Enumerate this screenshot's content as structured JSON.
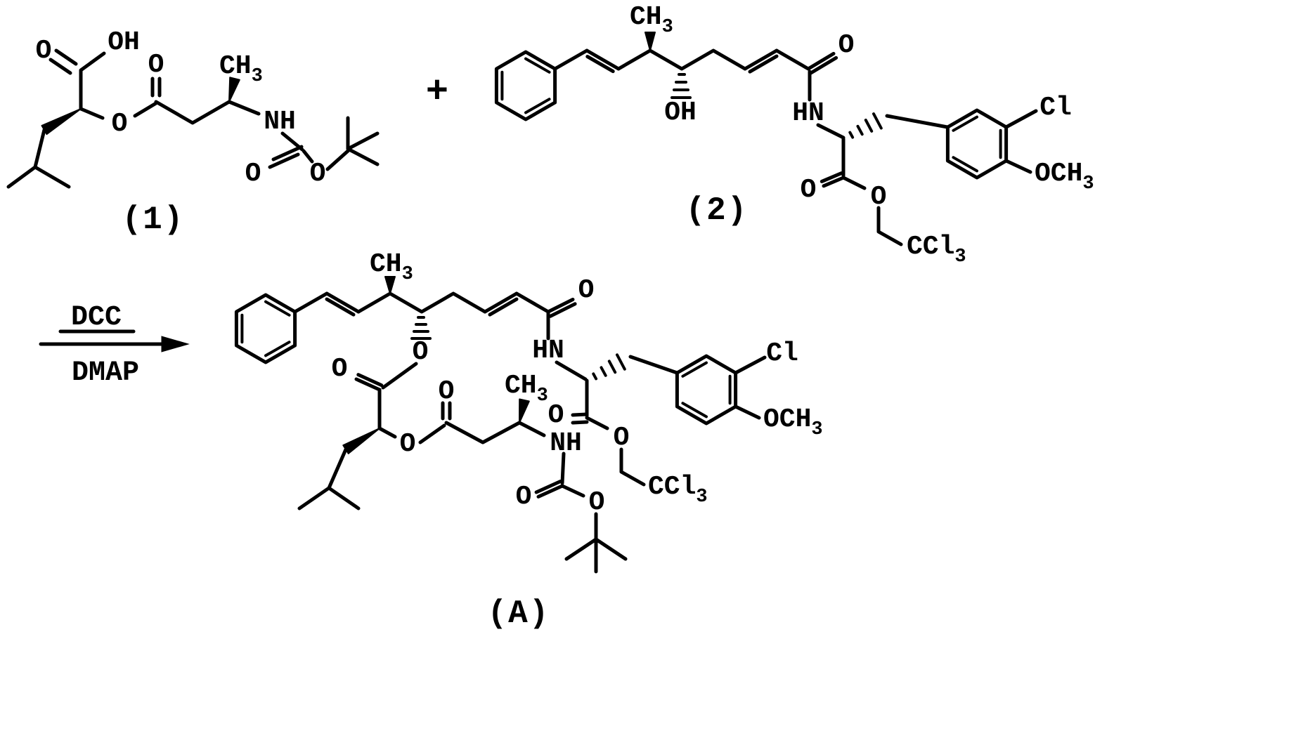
{
  "scheme": {
    "plus": "+",
    "reagent_line1": "DCC",
    "reagent_line2": "DMAP"
  },
  "c1": {
    "label": "(1)",
    "hydroxyl": "OH",
    "acid_carbonyl_o": "O",
    "ester_o": "O",
    "ester_carbonyl_o": "O",
    "methyl": {
      "main": "CH",
      "sub": "3"
    },
    "amine": "NH",
    "carbamate_carbonyl_o": "O",
    "carbamate_o": "O"
  },
  "c2": {
    "label": "(2)",
    "methyl": {
      "main": "CH",
      "sub": "3"
    },
    "hydroxyl": "OH",
    "amide_o": "O",
    "amide_nh": "HN",
    "chloro": "Cl",
    "methoxy": {
      "main": "OCH",
      "sub": "3"
    },
    "ester_carbonyl_o": "O",
    "ester_o": "O",
    "trichloromethyl": {
      "main": "CCl",
      "sub": "3"
    }
  },
  "a": {
    "label": "(A)",
    "chain_methyl": {
      "main": "CH",
      "sub": "3"
    },
    "amide_o": "O",
    "amide_nh": "HN",
    "chloro": "Cl",
    "methoxy": {
      "main": "OCH",
      "sub": "3"
    },
    "ester_carbonyl_o": "O",
    "ester_o": "O",
    "trichloromethyl": {
      "main": "CCl",
      "sub": "3"
    },
    "linker_o": "O",
    "leucate_carbonyl_o": "O",
    "leucate_ester_o": "O",
    "butanoate_carbonyl_o": "O",
    "butanoate_methyl": {
      "main": "CH",
      "sub": "3"
    },
    "carbamate_nh": "NH",
    "carbamate_carbonyl_o": "O",
    "carbamate_o": "O"
  }
}
